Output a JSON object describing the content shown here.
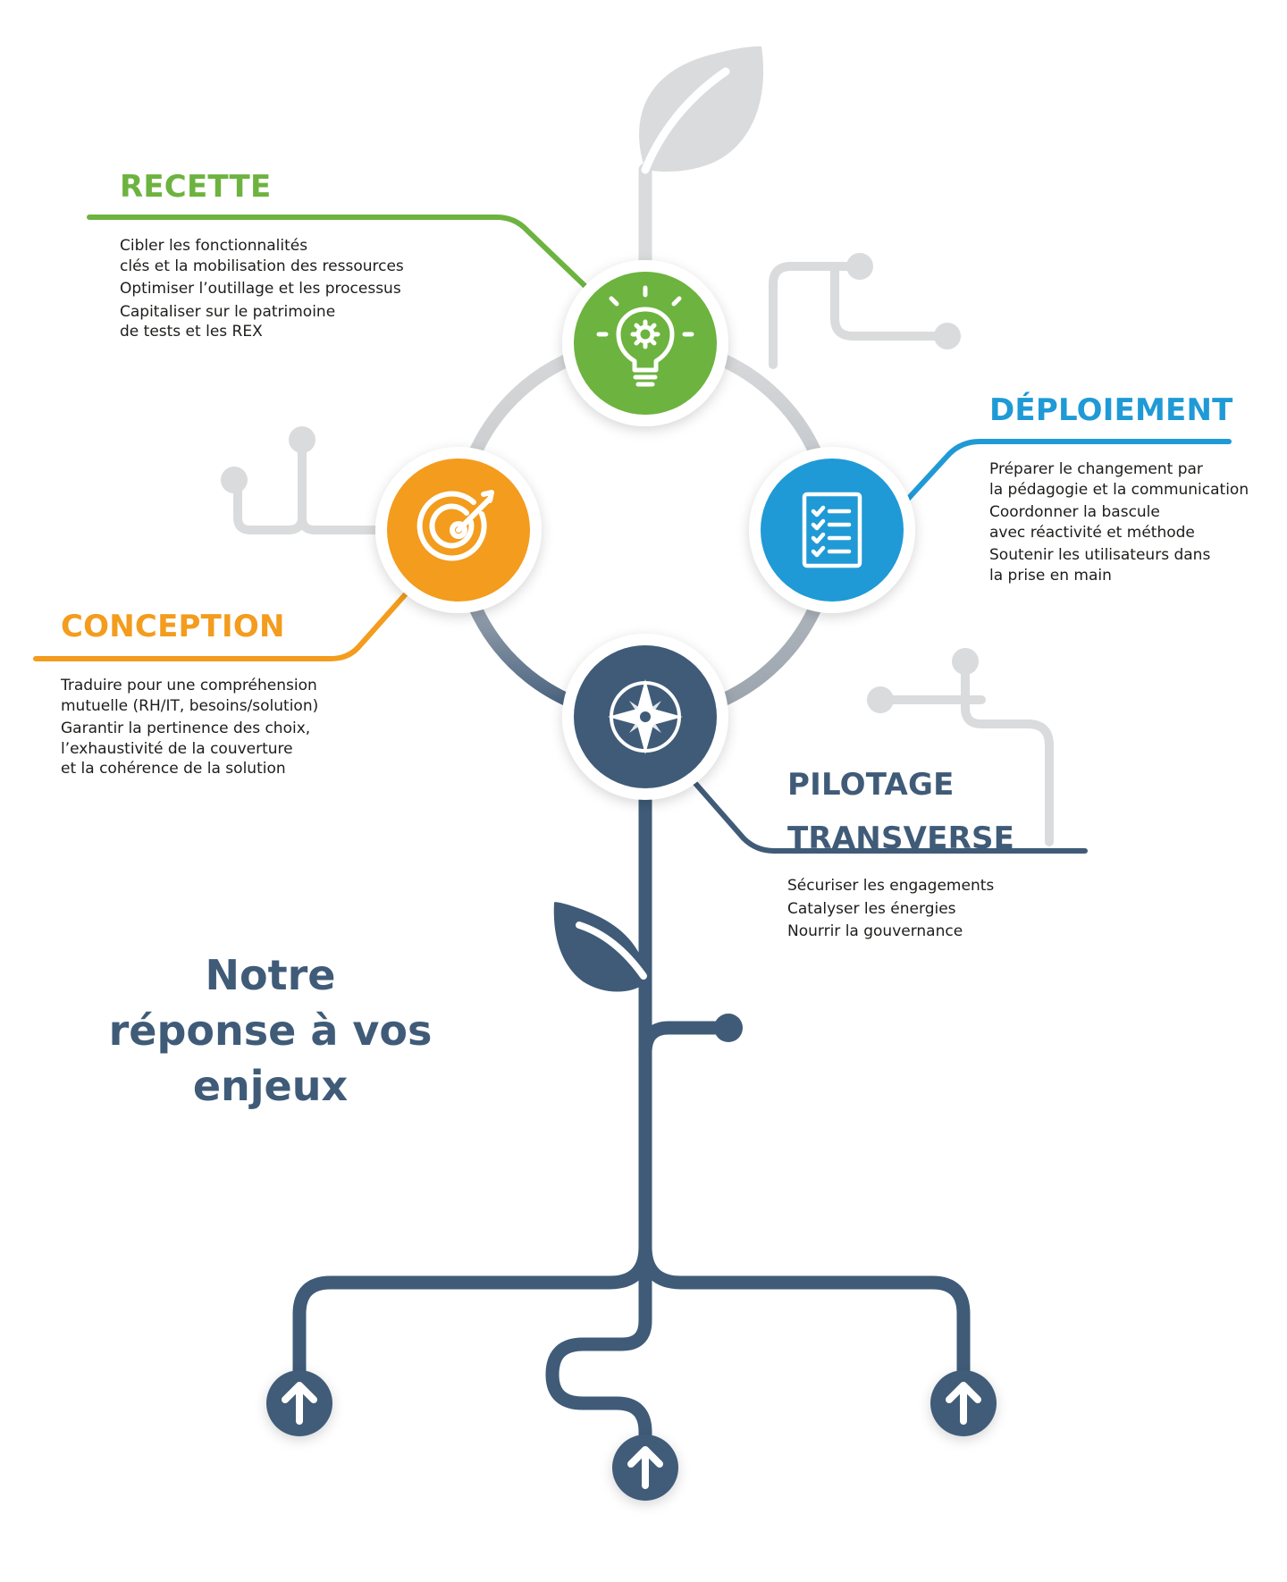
{
  "colors": {
    "recette": "#6db33f",
    "deploiement": "#1f9ad6",
    "conception": "#f39c1d",
    "pilotage": "#3f5b78",
    "grey_branch": "#dadbdc",
    "text": "#1d1d1b"
  },
  "sections": {
    "recette": {
      "title": "RECETTE",
      "icon": "lightbulb-gear-icon",
      "items": [
        {
          "lines": [
            "Cibler les fonctionnalités",
            "clés et la mobilisation des ressources"
          ]
        },
        {
          "lines": [
            "Optimiser l’outillage et les processus"
          ]
        },
        {
          "lines": [
            "Capitaliser sur le patrimoine",
            "de tests et les REX"
          ]
        }
      ]
    },
    "deploiement": {
      "title": "DÉPLOIEMENT",
      "icon": "checklist-icon",
      "items": [
        {
          "lines": [
            "Préparer le changement par",
            "la pédagogie et la communication"
          ]
        },
        {
          "lines": [
            "Coordonner la bascule",
            "avec réactivité et méthode"
          ]
        },
        {
          "lines": [
            "Soutenir les utilisateurs dans",
            "la prise en main"
          ]
        }
      ]
    },
    "conception": {
      "title": "CONCEPTION",
      "icon": "target-icon",
      "items": [
        {
          "lines": [
            "Traduire pour une compréhension",
            "mutuelle (RH/IT, besoins/solution)"
          ]
        },
        {
          "lines": [
            "Garantir la pertinence des choix,",
            "l’exhaustivité de la couverture",
            "et la cohérence de la solution"
          ]
        }
      ]
    },
    "pilotage": {
      "title_lines": [
        "PILOTAGE",
        "TRANSVERSE"
      ],
      "icon": "compass-icon",
      "items": [
        {
          "lines": [
            "Sécuriser les engagements"
          ]
        },
        {
          "lines": [
            "Catalyser les énergies"
          ]
        },
        {
          "lines": [
            "Nourrir la gouvernance"
          ]
        }
      ]
    }
  },
  "tagline": {
    "lines": [
      "Notre",
      "réponse à vos",
      "enjeux"
    ]
  },
  "roots": {
    "icon": "arrow-up-icon"
  }
}
